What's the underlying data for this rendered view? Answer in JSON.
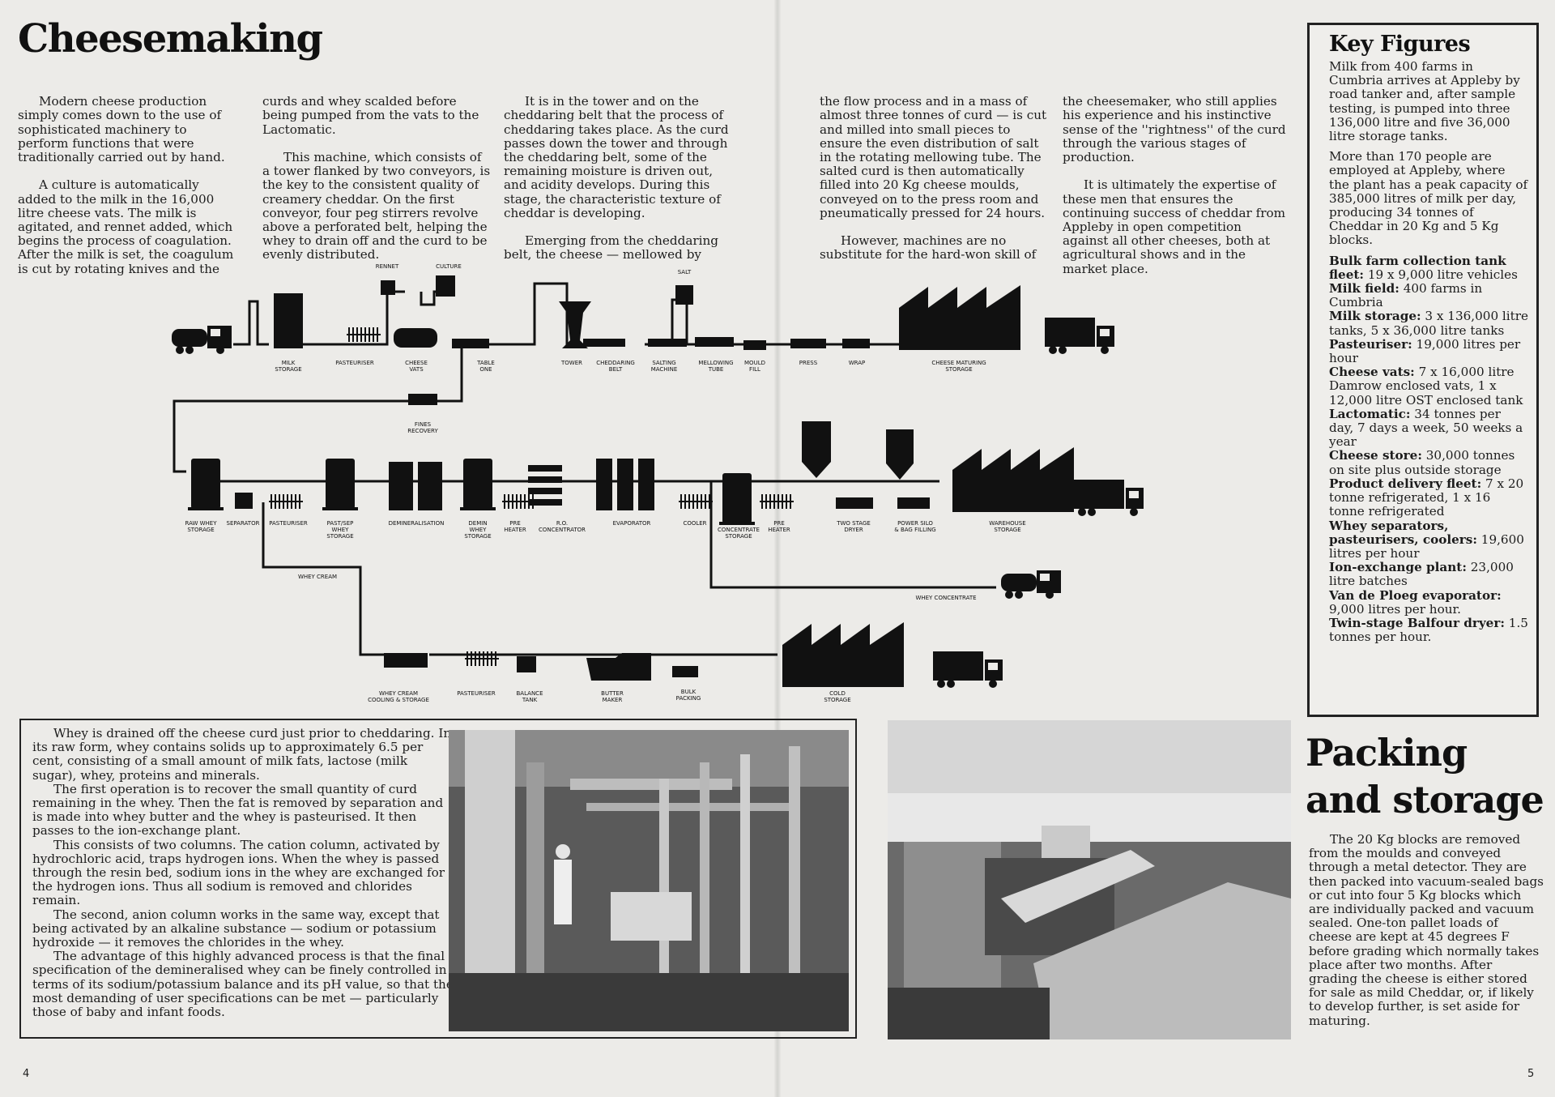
{
  "title": "Cheesemaking",
  "columns": [
    {
      "paragraphs": [
        "Modern cheese production simply comes down to the use of sophisticated machinery to perform functions that were traditionally carried out by hand.",
        "A culture is automatically added to the milk in the 16,000 litre cheese vats. The milk is agitated, and rennet added, which begins the process of coagulation. After the milk is set, the coagulum is cut by rotating knives and the"
      ]
    },
    {
      "paragraphs": [
        "curds and whey scalded before being pumped from the vats to the Lactomatic.",
        "This machine, which consists of a tower flanked by two conveyors, is the key to the consistent quality of creamery cheddar. On the first conveyor, four peg stirrers revolve above a perforated belt, helping the whey to drain off and the curd to be evenly distributed."
      ]
    },
    {
      "paragraphs": [
        "It is in the tower and on the cheddaring belt that the process of cheddaring takes place. As the curd passes down the tower and through the cheddaring belt, some of the remaining moisture is driven out, and acidity develops. During this stage, the characteristic texture of cheddar is developing.",
        "Emerging from the cheddaring belt, the cheese — mellowed by"
      ]
    },
    {
      "paragraphs": [
        "the flow process and in a mass of almost three tonnes of curd — is cut and milled into small pieces to ensure the even distribution of salt in the rotating mellowing tube. The salted curd is then automatically filled into 20 Kg cheese moulds, conveyed on to the press room and pneumatically pressed for 24 hours.",
        "However, machines are no substitute for the hard-won skill of"
      ]
    },
    {
      "paragraphs": [
        "the cheesemaker, who still applies his experience and his instinctive sense of the ''rightness'' of the curd through the various stages of production.",
        "It is ultimately the expertise of these men that ensures the continuing success of cheddar from Appleby in open competition against all other cheeses, both at agricultural shows and in the market place."
      ]
    }
  ],
  "key_figures": {
    "heading": "Key Figures",
    "intro": [
      "Milk from 400 farms in Cumbria arrives at Appleby by road tanker and, after sample testing, is pumped into three 136,000 litre and five 36,000 litre storage tanks.",
      "More than 170 people are employed at Appleby, where the plant has a peak capacity of 385,000 litres of milk per day, producing 34 tonnes of Cheddar in 20 Kg and 5 Kg blocks."
    ],
    "specs": [
      {
        "label": "Bulk farm collection tank fleet:",
        "value": " 19 x 9,000 litre vehicles"
      },
      {
        "label": "Milk field:",
        "value": " 400 farms in Cumbria"
      },
      {
        "label": "Milk storage:",
        "value": " 3 x 136,000 litre tanks, 5 x 36,000 litre tanks"
      },
      {
        "label": "Pasteuriser:",
        "value": " 19,000 litres per hour"
      },
      {
        "label": "Cheese vats:",
        "value": " 7 x 16,000 litre Damrow enclosed vats, 1 x 12,000 litre OST enclosed tank"
      },
      {
        "label": "Lactomatic:",
        "value": " 34 tonnes per day, 7 days a week, 50 weeks a year"
      },
      {
        "label": "Cheese store:",
        "value": " 30,000 tonnes on site plus outside storage"
      },
      {
        "label": "Product delivery fleet:",
        "value": " 7 x 20 tonne refrigerated, 1 x 16 tonne refrigerated"
      },
      {
        "label": "Whey separators, pasteurisers, coolers:",
        "value": " 19,600 litres per hour"
      },
      {
        "label": "Ion-exchange plant:",
        "value": " 23,000 litre batches"
      },
      {
        "label": "Van de Ploeg evaporator:",
        "value": " 9,000 litres per hour."
      },
      {
        "label": "Twin-stage Balfour dryer:",
        "value": " 1.5 tonnes per hour."
      }
    ]
  },
  "diagram_labels": {
    "rennet": "RENNET",
    "culture": "CULTURE",
    "salt": "SALT",
    "milk_storage": [
      "MILK",
      "STORAGE"
    ],
    "pasteuriser": "PASTEURISER",
    "cheese_vats": [
      "CHEESE",
      "VATS"
    ],
    "table_one": [
      "TABLE",
      "ONE"
    ],
    "tower": "TOWER",
    "cheddaring_belt": [
      "CHEDDARING",
      "BELT"
    ],
    "salting_machine": [
      "SALTING",
      "MACHINE"
    ],
    "mellowing_tube": [
      "MELLOWING",
      "TUBE"
    ],
    "mould_fill": [
      "MOULD",
      "FILL"
    ],
    "press": "PRESS",
    "wrap": "WRAP",
    "cheese_maturing_storage": [
      "CHEESE MATURING",
      "STORAGE"
    ],
    "fines_recovery": [
      "FINES",
      "RECOVERY"
    ],
    "raw_whey_storage": [
      "RAW WHEY",
      "STORAGE"
    ],
    "separator": "SEPARATOR",
    "pasteuriser2": "PASTEURISER",
    "past_sep_whey_storage": [
      "PAST/SEP",
      "WHEY",
      "STORAGE"
    ],
    "demineralisation": "DEMINERALISATION",
    "demin_whey_storage": [
      "DEMIN",
      "WHEY",
      "STORAGE"
    ],
    "pre_heater": [
      "PRE",
      "HEATER"
    ],
    "ro_concentrator": [
      "R.O.",
      "CONCENTRATOR"
    ],
    "evaporator": "EVAPORATOR",
    "cooler": "COOLER",
    "whey_concentrate_storage": [
      "WHEY",
      "CONCENTRATE",
      "STORAGE"
    ],
    "pre_heater2": [
      "PRE",
      "HEATER"
    ],
    "two_stage_dryer": [
      "TWO STAGE",
      "DRYER"
    ],
    "power_silo": [
      "POWER SILO",
      "& BAG FILLING"
    ],
    "warehouse_storage": [
      "WAREHOUSE",
      "STORAGE"
    ],
    "whey_cream": "WHEY CREAM",
    "whey_concentrate": "WHEY CONCENTRATE",
    "whey_cream_storage": [
      "WHEY CREAM",
      "COOLING & STORAGE"
    ],
    "pasteuriser3": "PASTEURISER",
    "balance_tank": [
      "BALANCE",
      "TANK"
    ],
    "butter_maker": [
      "BUTTER",
      "MAKER"
    ],
    "bulk_packing": [
      "BULK",
      "PACKING"
    ],
    "cold_storage": [
      "COLD",
      "STORAGE"
    ]
  },
  "whey": {
    "paragraphs": [
      "Whey is drained off the cheese curd just prior to cheddaring. In its raw form, whey contains solids up to approximately 6.5 per cent, consisting of a small amount of milk fats, lactose (milk sugar), whey, proteins and minerals.",
      "The first operation is to recover the small quantity of curd remaining in the whey. Then the fat is removed by separation and is made into whey butter and the whey is pasteurised. It then passes to the ion-exchange plant.",
      "This consists of two columns. The cation column, activated by hydrochloric acid, traps hydrogen ions. When the whey is passed through the resin bed, sodium ions in the whey are exchanged for the hydrogen ions. Thus all sodium is removed and chlorides remain.",
      "The second, anion column works in the same way, except that being activated by an alkaline substance — sodium or potassium hydroxide — it removes the chlorides in the whey.",
      "The advantage of this highly advanced process is that the final specification of the demineralised whey can be finely controlled in terms of its sodium/potassium balance and its pH value, so that the most demanding of user specifications can be met — particularly those of baby and infant foods."
    ]
  },
  "packing": {
    "heading_line1": "Packing",
    "heading_line2": "and storage",
    "text": "The 20 Kg blocks are removed from the moulds and conveyed through a metal detector. They are then packed into vacuum-sealed bags or cut into four 5 Kg blocks which are individually packed and vacuum sealed. One-ton pallet loads of cheese are kept at 45 degrees F before grading which normally takes place after two months. After grading the cheese is either stored for sale as mild Cheddar, or, if likely to develop further, is set aside for maturing."
  },
  "page_numbers": {
    "left": "4",
    "right": "5"
  }
}
